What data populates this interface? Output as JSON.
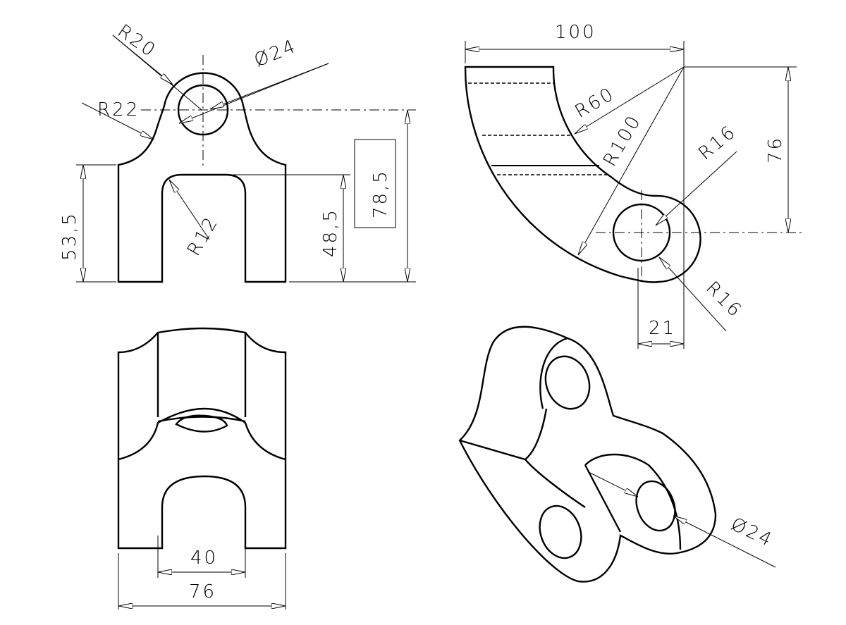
{
  "front_view": {
    "r20": "R20",
    "dia24": "Ø24",
    "r22": "R22",
    "h53": "53,5",
    "r12": "R12",
    "h48": "48,5",
    "h78": "78,5"
  },
  "side_view": {
    "w100": "100",
    "r60": "R60",
    "r100": "R100",
    "r16_top": "R16",
    "h76": "76",
    "r16_bottom": "R16",
    "w21": "21"
  },
  "top_view": {
    "w40": "40",
    "w76": "76"
  },
  "iso_view": {
    "dia24": "Ø24"
  }
}
